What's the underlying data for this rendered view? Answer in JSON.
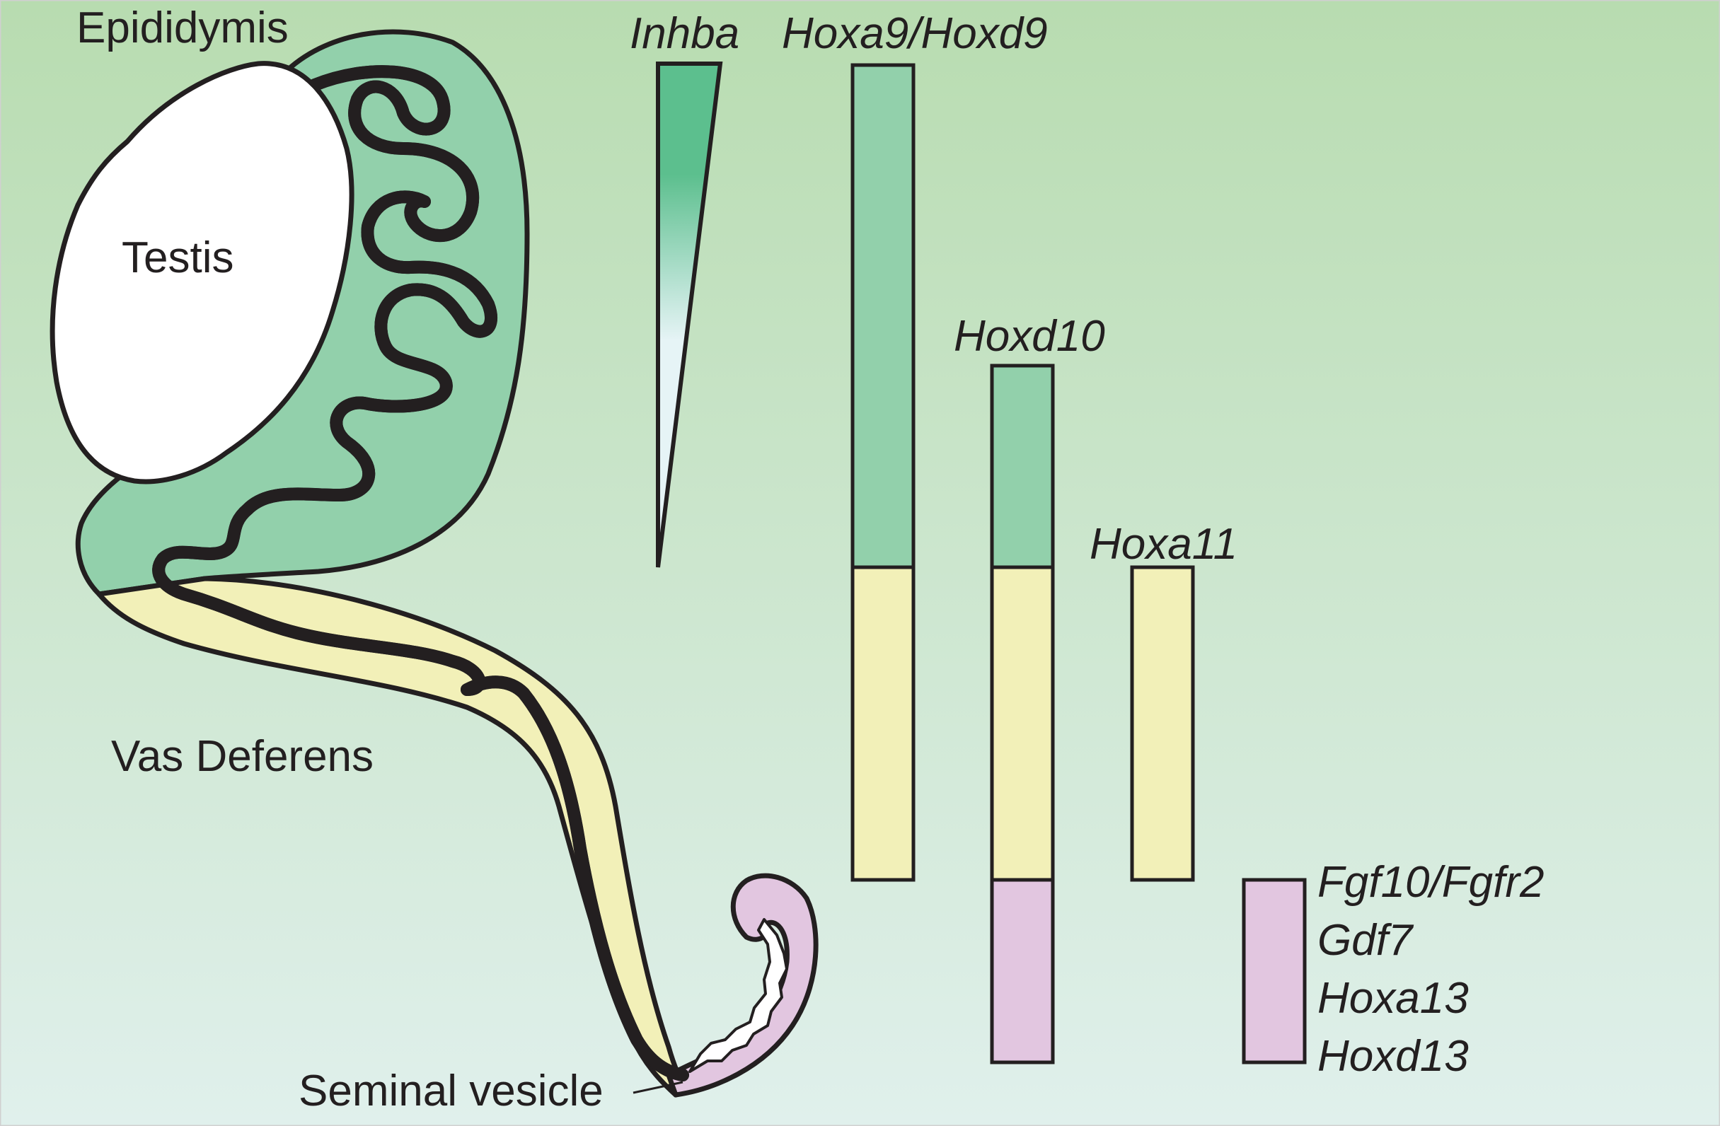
{
  "colors": {
    "background_top": "#b8dcb0",
    "background_bottom": "#e0f0ec",
    "epididymis_green": "#92d0ab",
    "inhba_dark": "#5cbf8e",
    "inhba_light": "#e6f4f6",
    "vas_yellow": "#f2f0b8",
    "vesicle_pink": "#e2c6e0",
    "outline": "#231f20",
    "testis_fill": "#ffffff"
  },
  "labels": {
    "epididymis": "Epididymis",
    "testis": "Testis",
    "vas_deferens": "Vas Deferens",
    "seminal_vesicle": "Seminal vesicle"
  },
  "genes": {
    "inhba": "Inhba",
    "hoxa9_hoxd9": "Hoxa9/Hoxd9",
    "hoxd10": "Hoxd10",
    "hoxa11": "Hoxa11",
    "fgf10_fgfr2": "Fgf10/Fgfr2",
    "gdf7": "Gdf7",
    "hoxa13": "Hoxa13",
    "hoxd13": "Hoxd13"
  }
}
